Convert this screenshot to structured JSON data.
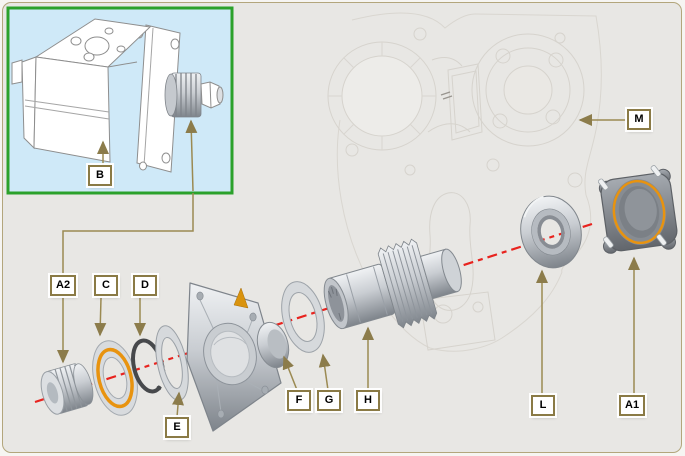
{
  "figure": {
    "type": "exploded-view-parts-diagram",
    "subject": "hydraulic-pump-assembly-on-crankcase",
    "callouts": {
      "b": "B",
      "a2": "A2",
      "c": "C",
      "d": "D",
      "e": "E",
      "f": "F",
      "g": "G",
      "h": "H",
      "l": "L",
      "a1": "A1",
      "m": "M"
    }
  },
  "colors": {
    "page_border": "#b3a67c",
    "page_background": "#e8e7e4",
    "inset_border": "#2ba12b",
    "inset_background": "#cfe9f8",
    "callout_border": "#8a7a45",
    "leader_line": "#9b8a52",
    "centerline_red": "#e8231e",
    "gasket_orange": "#e8930f"
  }
}
